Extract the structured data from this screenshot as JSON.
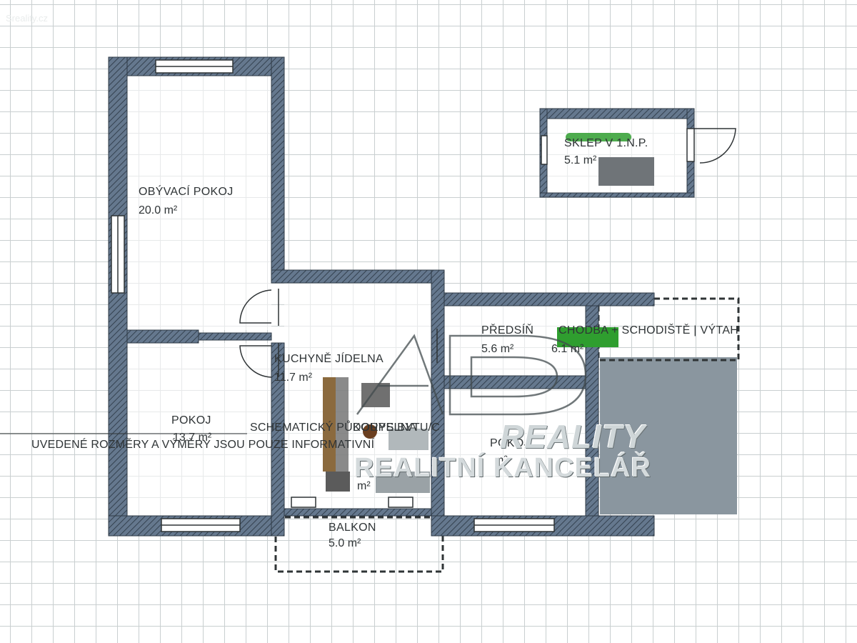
{
  "watermark_top": "Sreality.cz",
  "rooms": {
    "obyvaci": {
      "name": "OBÝVACÍ POKOJ",
      "area": "20.0 m²"
    },
    "pokoj_left": {
      "name": "POKOJ",
      "area": "13.7 m²"
    },
    "kuchyne": {
      "name": "KUCHYNĚ JÍDELNA",
      "area": "11.7 m²"
    },
    "koupelna": {
      "name": "KOUPELNA",
      "area": "m²"
    },
    "predsin": {
      "name": "PŘEDSÍŇ",
      "area": "5.6 m²"
    },
    "chodba": {
      "name": "CHODBA + SCHODIŠTĚ | VÝTAH",
      "area": "6.1 m²"
    },
    "pokoj_right": {
      "name": "POKOJ",
      "area": "m²"
    },
    "balkon": {
      "name": "BALKON",
      "area": "5.0 m²"
    },
    "sklep": {
      "name": "SKLEP V 1.N.P.",
      "area": "5.1 m²"
    }
  },
  "notes": {
    "schematic": "SCHEMATICKÝ PŮDORYS BYTU/C",
    "disclaimer": "UVEDENÉ ROZMĚRY A VÝMĚRY JSOU POUZE INFORMATIVNÍ"
  },
  "brand": {
    "logo_letters": "AD",
    "reality": "REALITY",
    "kancelar": "REALITNÍ KANCELÁŘ"
  },
  "colors": {
    "wall": "#5c6f86",
    "wall_hatch": "#31404f",
    "floor": "#ffffff",
    "stair_block": "#8a969f",
    "green": "#2f9e2f",
    "worktop": "#8b6a3e"
  }
}
